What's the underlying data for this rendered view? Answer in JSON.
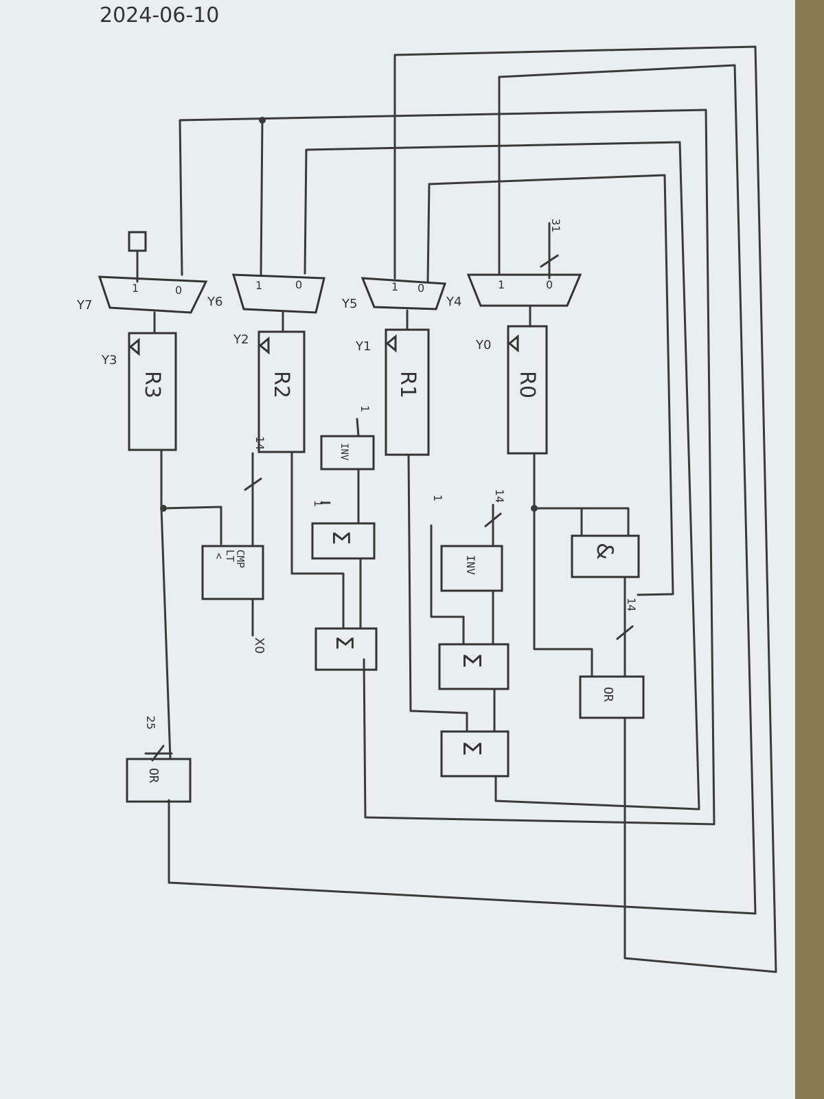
{
  "date": "2024-06-10",
  "registers": [
    "R3",
    "R2",
    "R1",
    "R0"
  ],
  "mux_inputs": {
    "one": "1",
    "zero": "0"
  },
  "select_labels": [
    "Y7",
    "Y6",
    "Y5",
    "Y4"
  ],
  "clock_labels": [
    "Y3",
    "Y2",
    "Y1",
    "Y0"
  ],
  "blocks": {
    "inv": "INV",
    "sum": "Σ",
    "or": "OR",
    "and": "&",
    "cmp_line1": "CMP",
    "cmp_line2": "LT",
    "cmp_line3": "<"
  },
  "bus_widths": {
    "r0_in": "31",
    "cmp_in": "14",
    "inv2_in": "14",
    "and_out": "14",
    "or_in": "25"
  },
  "constants": {
    "inv1_in": "1",
    "sum1_in": "1",
    "sum_lone": "1"
  },
  "output_label": "X0"
}
